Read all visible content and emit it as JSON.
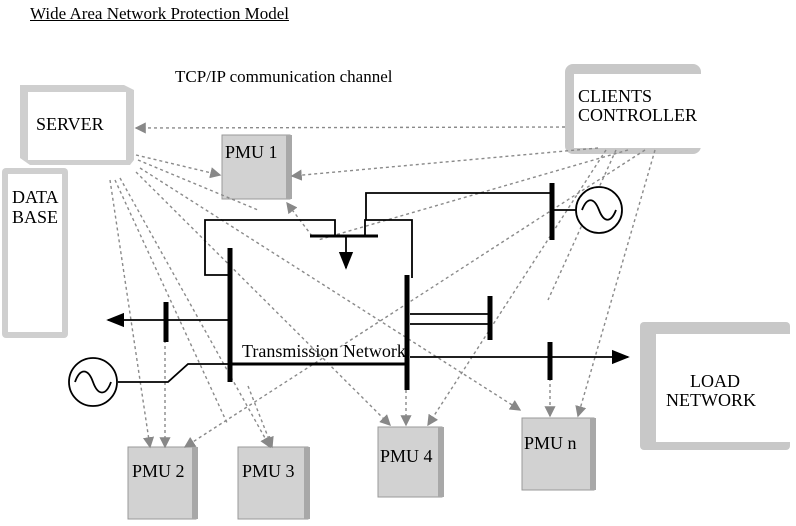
{
  "title": "Wide Area Network Protection Model",
  "channel_label": "TCP/IP communication channel",
  "nodes": {
    "server": "SERVER",
    "database_line1": "DATA",
    "database_line2": "BASE",
    "clients_line1": "CLIENTS",
    "clients_line2": "CONTROLLER",
    "load_line1": "LOAD",
    "load_line2": "NETWORK"
  },
  "pmus": {
    "pmu1": "PMU 1",
    "pmu2": "PMU 2",
    "pmu3": "PMU 3",
    "pmu4": "PMU 4",
    "pmun": "PMU n"
  },
  "network_label": "Transmission Network"
}
